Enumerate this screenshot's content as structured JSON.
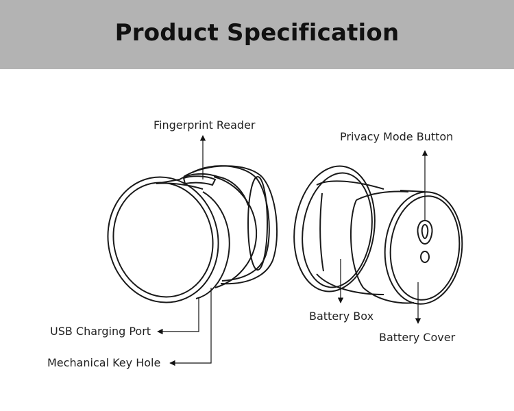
{
  "header": {
    "title": "Product Specification",
    "background_color": "#b3b3b3"
  },
  "callouts": {
    "fingerprint_reader": "Fingerprint Reader",
    "usb_charging_port": "USB Charging Port",
    "mechanical_key_hole": "Mechanical Key Hole",
    "privacy_mode_button": "Privacy Mode Button",
    "battery_box": "Battery Box",
    "battery_cover": "Battery Cover"
  },
  "illustrations": {
    "left_knob": "front-knob-illustration",
    "right_knob": "back-knob-illustration"
  }
}
